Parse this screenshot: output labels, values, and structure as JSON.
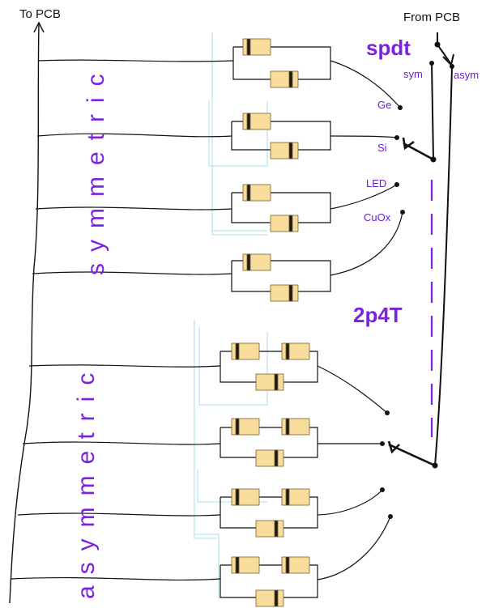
{
  "labels": {
    "to_pcb": "To PCB",
    "from_pcb": "From PCB",
    "spdt": "spdt",
    "sym": "sym",
    "asym": "asym",
    "ge": "Ge",
    "si": "Si",
    "led": "LED",
    "cuox": "CuOx",
    "two_p4t": "2p4T",
    "symmetric": "symmetric",
    "asymmetric": "asymmetric"
  },
  "colors": {
    "wire": "#111111",
    "accent": "#7a22e0",
    "diode_body": "#f7dc9c",
    "diode_band": "#1a1a1a",
    "faint_wire": "#a8dde8"
  },
  "sections": [
    {
      "name": "symmetric",
      "rows": 4,
      "diodes_per_branch": 1
    },
    {
      "name": "asymmetric",
      "rows": 4,
      "diodes_top_branch": 2,
      "diodes_bottom_branch": 1
    }
  ]
}
